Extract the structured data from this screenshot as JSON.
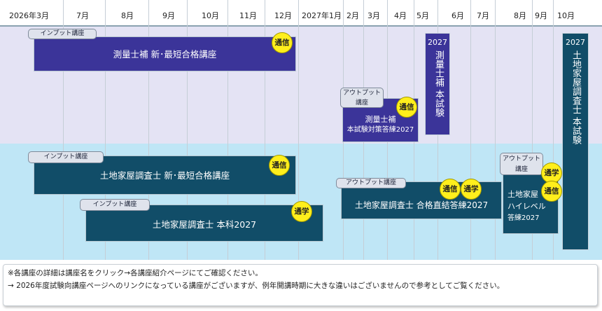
{
  "timeline": {
    "months": [
      "2026年3月",
      "7月",
      "8月",
      "9月",
      "10月",
      "11月",
      "12月",
      "2027年1月",
      "2月",
      "3月",
      "4月",
      "5月",
      "6月",
      "7月",
      "8月",
      "9月",
      "10月"
    ]
  },
  "colors": {
    "purple": "#3b3499",
    "teal": "#114d68",
    "badge": "#ffef1c",
    "band_top": "#e4e3f4",
    "band_bottom": "#bfe6f6"
  },
  "courses": {
    "sokuryo_saitan": {
      "tag": "インプット講座",
      "title": "測量士補 新･最短合格講座",
      "badge": "通信"
    },
    "sokuryo_taisaku": {
      "tag_line1": "アウトプット",
      "tag_line2": "講座",
      "title_line1": "測量士補",
      "title_line2": "本試験対策答練2027",
      "badge": "通信"
    },
    "tochi_saitan": {
      "tag": "インプット講座",
      "title": "土地家屋調査士 新･最短合格講座",
      "badge": "通信"
    },
    "tochi_honka": {
      "tag": "インプット講座",
      "title": "土地家屋調査士 本科2027",
      "badge": "通学"
    },
    "tochi_chokketsu": {
      "tag": "アウトプット講座",
      "title": "土地家屋調査士 合格直結答練2027",
      "badge1": "通信",
      "badge2": "通学"
    },
    "tochi_highlevel": {
      "tag_line1": "アウトプット",
      "tag_line2": "講座",
      "title_line1": "土地家屋",
      "title_line2": "ハイレベル",
      "title_line3": "答練2027",
      "badge1": "通学",
      "badge2": "通信"
    }
  },
  "exams": {
    "sokuryo": {
      "year": "2027",
      "text": "測量士補 本試験"
    },
    "tochi": {
      "year": "2027",
      "text": "土地家屋調査士 本試験"
    }
  },
  "notes": {
    "line1": "※各講座の詳細は講座名をクリック→各講座紹介ページにてご確認ください。",
    "line2": " → 2026年度試験向講座ページへのリンクになっている講座がございますが、例年開講時期に大きな違いはございませんので参考としてご覧ください。"
  }
}
